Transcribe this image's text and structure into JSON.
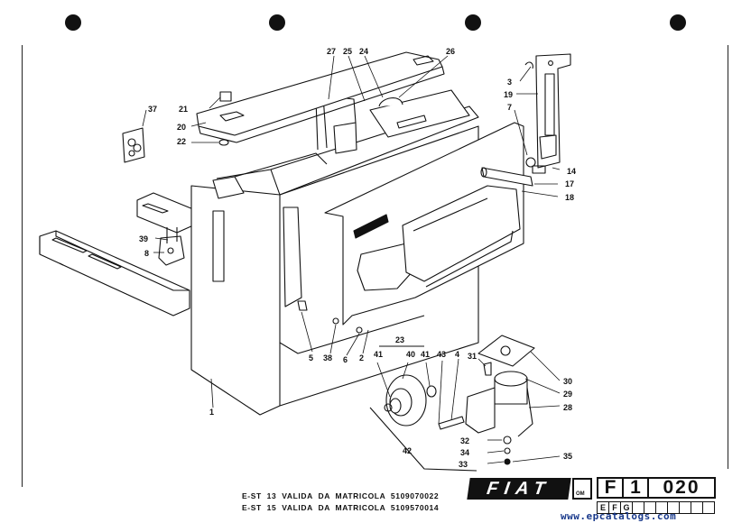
{
  "callouts": [
    {
      "id": "1",
      "text": "1"
    },
    {
      "id": "2",
      "text": "2"
    },
    {
      "id": "3",
      "text": "3"
    },
    {
      "id": "4",
      "text": "4"
    },
    {
      "id": "5",
      "text": "5"
    },
    {
      "id": "6",
      "text": "6"
    },
    {
      "id": "7",
      "text": "7"
    },
    {
      "id": "8",
      "text": "8"
    },
    {
      "id": "14",
      "text": "14"
    },
    {
      "id": "17",
      "text": "17"
    },
    {
      "id": "18",
      "text": "18"
    },
    {
      "id": "19",
      "text": "19"
    },
    {
      "id": "20",
      "text": "20"
    },
    {
      "id": "21",
      "text": "21"
    },
    {
      "id": "22",
      "text": "22"
    },
    {
      "id": "23",
      "text": "23"
    },
    {
      "id": "24",
      "text": "24"
    },
    {
      "id": "25",
      "text": "25"
    },
    {
      "id": "26",
      "text": "26"
    },
    {
      "id": "27",
      "text": "27"
    },
    {
      "id": "28",
      "text": "28"
    },
    {
      "id": "29",
      "text": "29"
    },
    {
      "id": "30",
      "text": "30"
    },
    {
      "id": "31",
      "text": "31"
    },
    {
      "id": "32",
      "text": "32"
    },
    {
      "id": "33",
      "text": "33"
    },
    {
      "id": "34",
      "text": "34"
    },
    {
      "id": "35",
      "text": "35"
    },
    {
      "id": "37",
      "text": "37"
    },
    {
      "id": "38",
      "text": "38"
    },
    {
      "id": "39",
      "text": "39"
    },
    {
      "id": "40",
      "text": "40"
    },
    {
      "id": "41a",
      "text": "41"
    },
    {
      "id": "41b",
      "text": "41"
    },
    {
      "id": "42",
      "text": "42"
    },
    {
      "id": "43",
      "text": "43"
    }
  ],
  "footer": {
    "line1": "E-ST  13  VALIDA  DA  MATRICOLA  5109070022",
    "line2": "E-ST  15  VALIDA  DA  MATRICOLA  5109570014"
  },
  "brand": {
    "logo_text": "FIAT",
    "badge_text": "OM"
  },
  "page_code": [
    "F",
    "1",
    "020"
  ],
  "languages": [
    "E",
    "F",
    "G"
  ],
  "watermark": "www.epcatalogs.com",
  "colors": {
    "ink": "#111111",
    "paper": "#ffffff",
    "watermark": "#1a3a8c"
  }
}
